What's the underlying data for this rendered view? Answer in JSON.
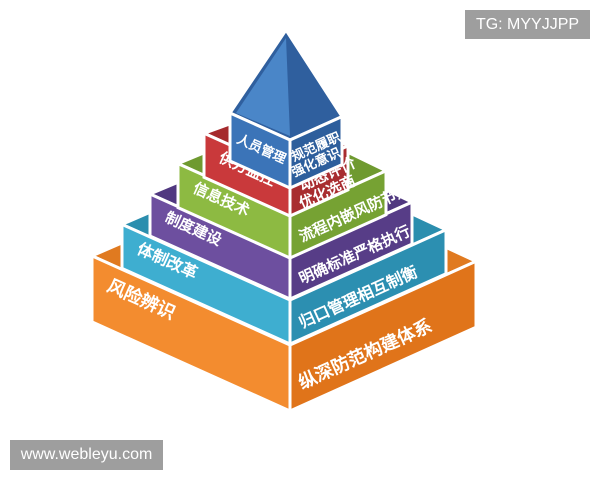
{
  "watermarks": {
    "top_right": "TG: MYYJJPP",
    "bottom_left": "www.webleyu.com"
  },
  "layers": [
    {
      "left_label": "人员管理",
      "right_label": [
        "规范履职",
        "强化意识"
      ],
      "color": "#3b74b8",
      "dark": "#2d5e9c",
      "top": "#2f5f9e"
    },
    {
      "left_label": "供方监控",
      "right_label": [
        "动态评价",
        "优化选商"
      ],
      "color": "#c9393b",
      "dark": "#a82d30",
      "top": "#a52a2d"
    },
    {
      "left_label": "信息技术",
      "right_label": [
        "流程内嵌风防节点"
      ],
      "color": "#8dba42",
      "dark": "#76a233",
      "top": "#6f9a30"
    },
    {
      "left_label": "制度建设",
      "right_label": [
        "明确标准严格执行"
      ],
      "color": "#6d4f9f",
      "dark": "#573d87",
      "top": "#503880"
    },
    {
      "left_label": "体制改革",
      "right_label": [
        "归口管理相互制衡"
      ],
      "color": "#3eaed0",
      "dark": "#2c8fb1",
      "top": "#2b8eae"
    },
    {
      "left_label": "风险辨识",
      "right_label": [
        "纵深防范构建体系"
      ],
      "color": "#f38c2f",
      "dark": "#e0741a",
      "top": "#e07a20"
    }
  ]
}
